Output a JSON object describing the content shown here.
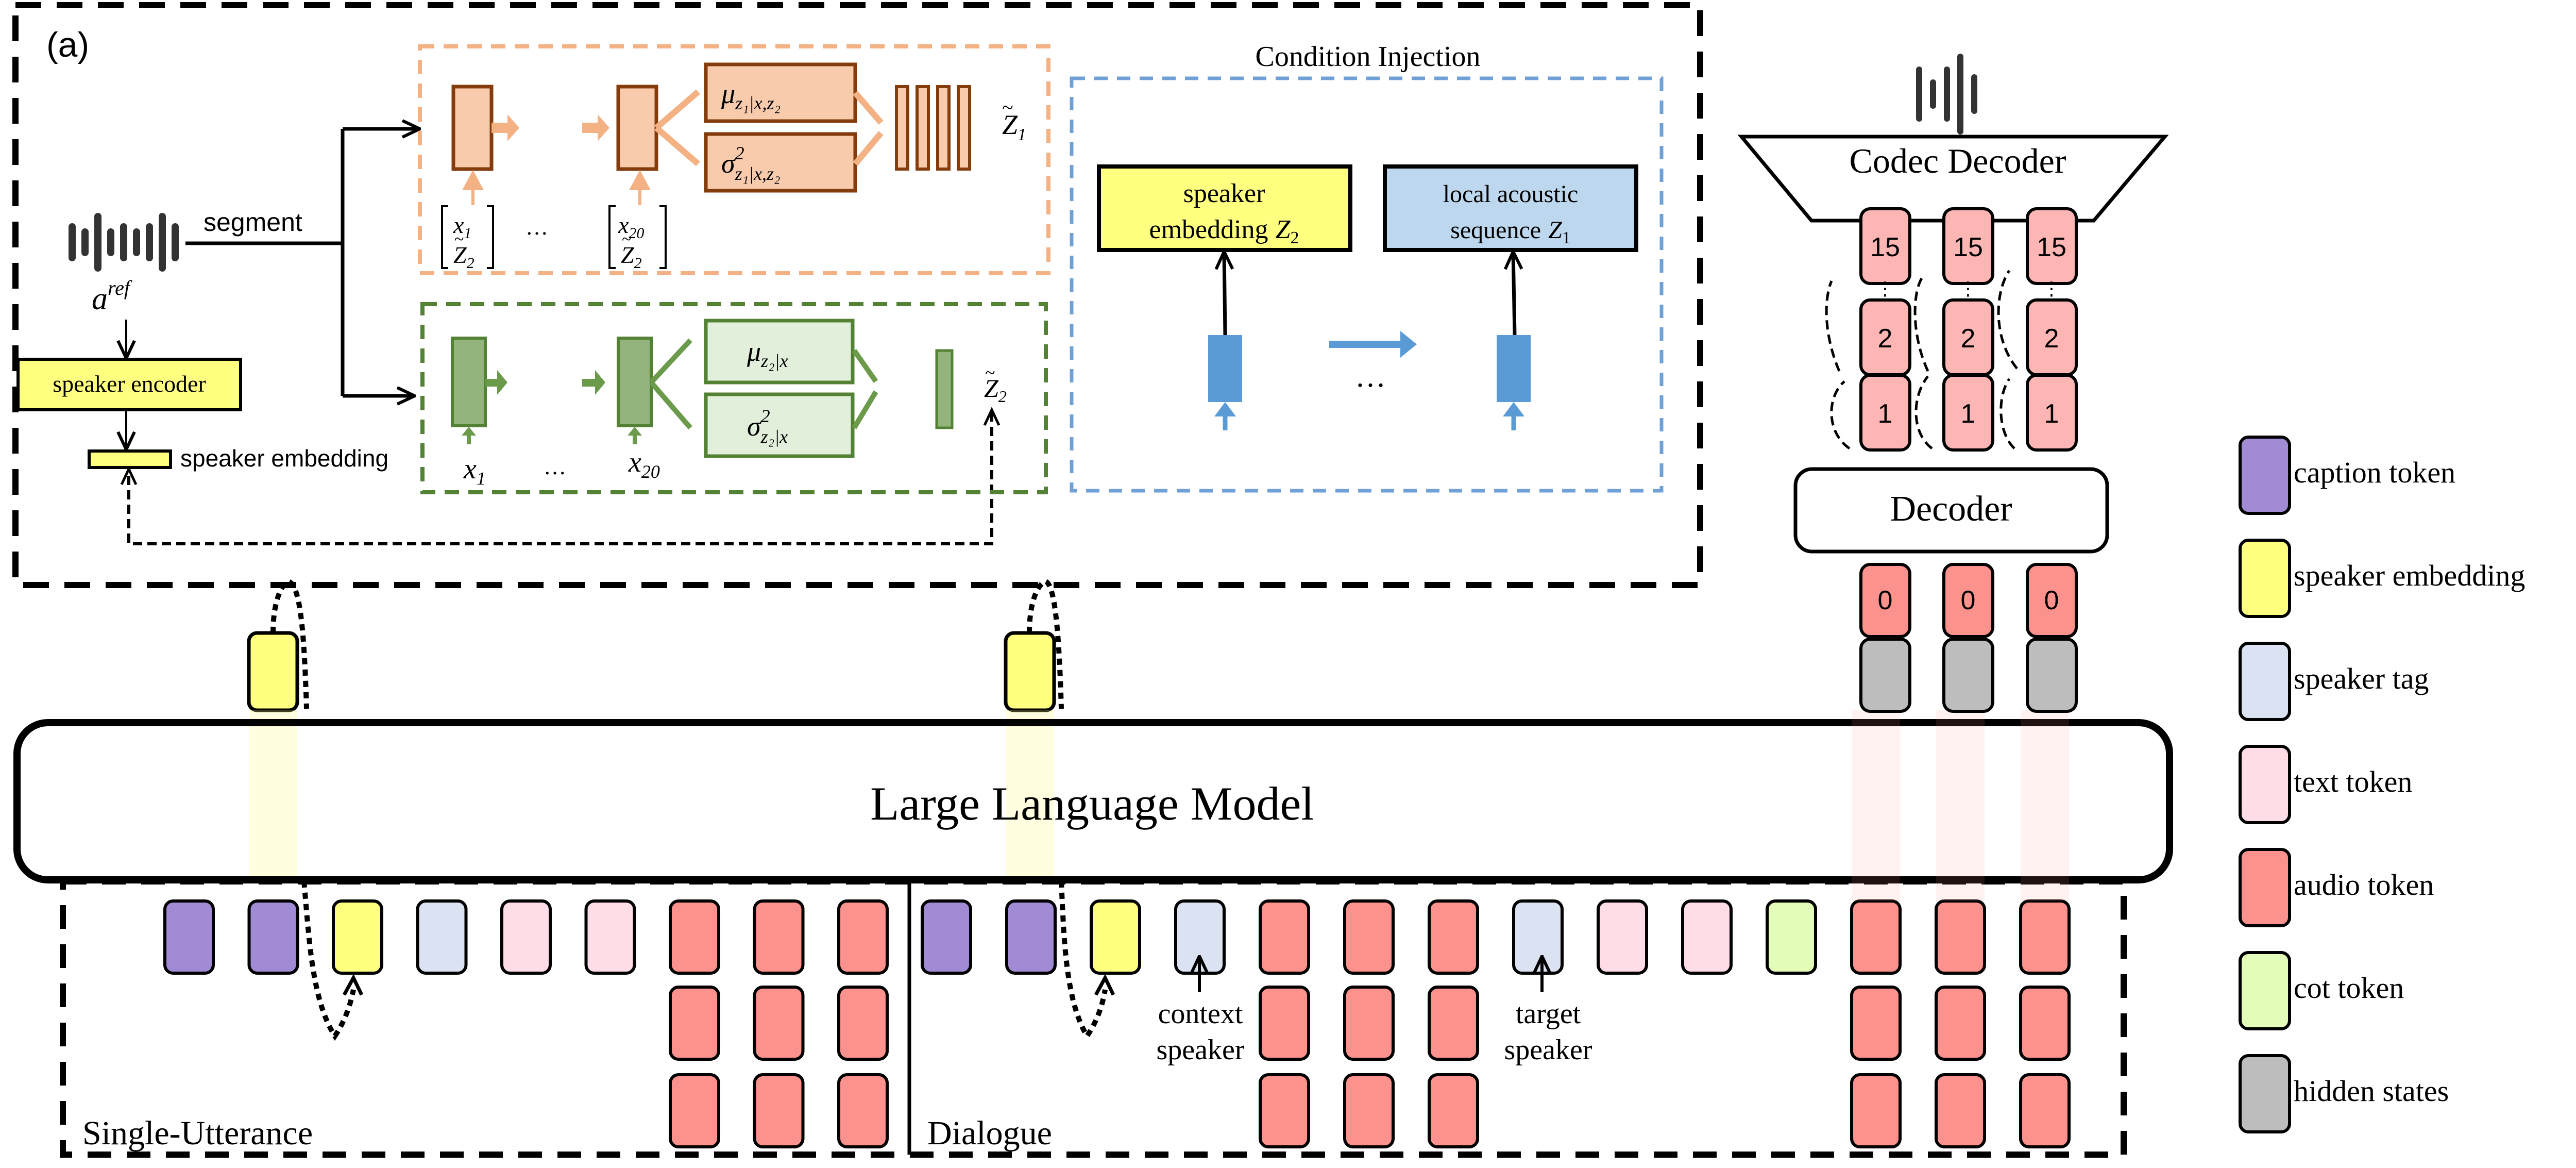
{
  "panel_a": {
    "label": "(a)",
    "reference_audio_label": "a",
    "reference_audio_sup": "ref",
    "segment_label": "segment",
    "speaker_encoder_label": "speaker encoder",
    "speaker_embedding_label": "speaker embedding",
    "ellipsis": "…",
    "orange_branch": {
      "input_first": {
        "x": "x",
        "x_sub": "1",
        "z": "Z",
        "z_sub": "2"
      },
      "input_last": {
        "x": "x",
        "x_sub": "20",
        "z": "Z",
        "z_sub": "2"
      },
      "mu_label": "μ",
      "mu_sub": "z₁|x,z₂",
      "sigma_label": "σ",
      "sigma_sup": "2",
      "sigma_sub": "z₁|x,z₂",
      "output": "Z",
      "output_sub": "1"
    },
    "green_branch": {
      "input_first": {
        "x": "x",
        "x_sub": "1"
      },
      "input_last": {
        "x": "x",
        "x_sub": "20"
      },
      "mu_label": "μ",
      "mu_sub": "z₂|x",
      "sigma_label": "σ",
      "sigma_sup": "2",
      "sigma_sub": "z₂|x",
      "output": "Z",
      "output_sub": "2"
    },
    "condition_injection": {
      "title": "Condition Injection",
      "speaker_box_line1": "speaker",
      "speaker_box_line2": "embedding",
      "speaker_box_var": "Z",
      "speaker_box_sub": "2",
      "acoustic_box_line1": "local acoustic",
      "acoustic_box_line2": "sequence",
      "acoustic_box_var": "Z",
      "acoustic_box_sub": "1",
      "ellipsis": "…"
    }
  },
  "codec": {
    "codec_decoder_label": "Codec Decoder",
    "decoder_label": "Decoder",
    "columns": [
      {
        "layers": [
          "15",
          "2",
          "1"
        ],
        "base": "0"
      },
      {
        "layers": [
          "15",
          "2",
          "1"
        ],
        "base": "0"
      },
      {
        "layers": [
          "15",
          "2",
          "1"
        ],
        "base": "0"
      }
    ],
    "vertical_ellipsis": "⋮"
  },
  "llm": {
    "label": "Large Language Model"
  },
  "sequences": {
    "single_utterance": {
      "label": "Single-Utterance",
      "tokens": [
        "caption",
        "caption",
        "speaker_embedding",
        "speaker_tag",
        "text",
        "text",
        "audio",
        "audio",
        "audio"
      ],
      "audio_depth": 3
    },
    "dialogue": {
      "label": "Dialogue",
      "tokens": [
        "caption",
        "caption",
        "speaker_embedding",
        "speaker_tag",
        "audio",
        "audio",
        "audio",
        "speaker_tag",
        "text",
        "text",
        "cot",
        "audio",
        "audio",
        "audio"
      ],
      "context_speaker_label_1": "context",
      "context_speaker_label_2": "speaker",
      "target_speaker_label_1": "target",
      "target_speaker_label_2": "speaker"
    }
  },
  "legend": {
    "items": [
      {
        "key": "caption",
        "label": "caption token",
        "color": "#a08bd4"
      },
      {
        "key": "speaker_embedding",
        "label": "speaker embedding",
        "color": "#ffff80"
      },
      {
        "key": "speaker_tag",
        "label": "speaker tag",
        "color": "#dbe3f3"
      },
      {
        "key": "text",
        "label": "text token",
        "color": "#ffdde6"
      },
      {
        "key": "audio",
        "label": "audio token",
        "color": "#fc928d"
      },
      {
        "key": "cot",
        "label": "cot token",
        "color": "#e3fdb8"
      },
      {
        "key": "hidden",
        "label": "hidden states",
        "color": "#bdbdbd"
      }
    ]
  },
  "colors": {
    "orange_fill": "#f8cbad",
    "orange_stroke": "#843c0c",
    "orange_arrow": "#f4b183",
    "green_fill": "#93b47c",
    "green_light": "#e2efda",
    "green_stroke": "#548235",
    "blue_box": "#5b9bd5",
    "blue_dash": "#6fa1d6",
    "acoustic_fill": "#bdd7ee",
    "yellow": "#ffff80",
    "codec_layer_fill": "#fdb6b3"
  }
}
